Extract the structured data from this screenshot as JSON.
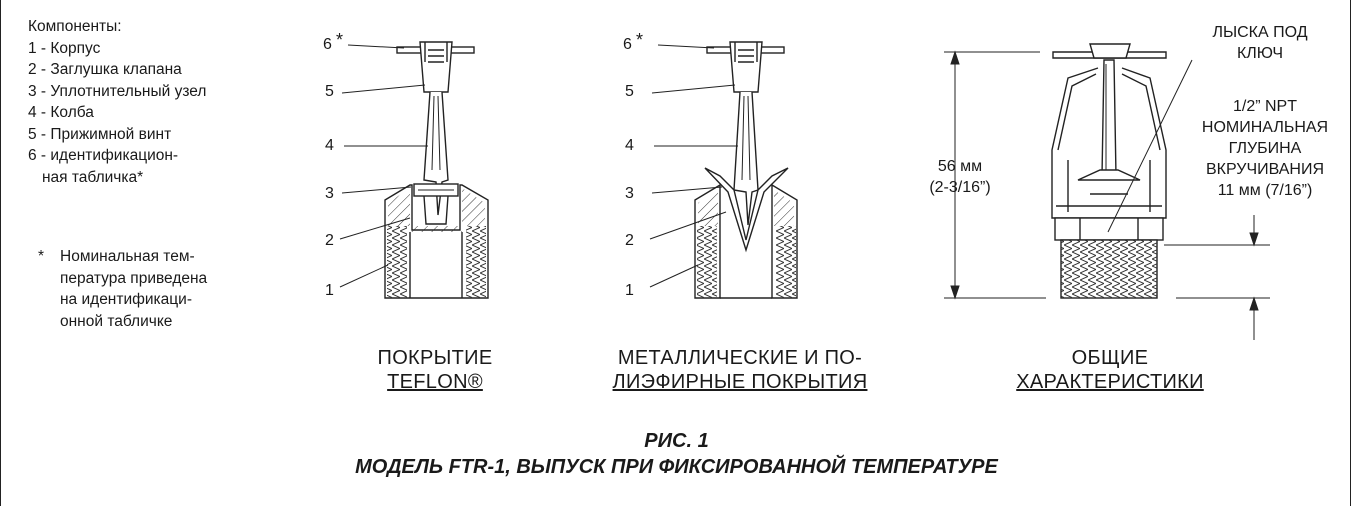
{
  "legend": {
    "title": "Компоненты:",
    "items": [
      "1 - Корпус",
      "2 - Заглушка клапана",
      "3 - Уплотнительный узел",
      "4 - Колба",
      "5 - Прижимной винт",
      "6 - идентификацион-"
    ],
    "item6_cont": "ная табличка*"
  },
  "note": {
    "star": "*",
    "lines": [
      "Номинальная тем-",
      "пература приведена",
      "на идентификаци-",
      "онной табличке"
    ]
  },
  "labels": {
    "six": "6",
    "asterisk": "*",
    "five": "5",
    "four": "4",
    "three": "3",
    "two": "2",
    "one": "1"
  },
  "captions": {
    "left": [
      "ПОКРЫТИЕ",
      "TEFLON®"
    ],
    "middle": [
      "МЕТАЛЛИЧЕСКИЕ И ПО-",
      "ЛИЭФИРНЫЕ ПОКРЫТИЯ"
    ],
    "right": [
      "ОБЩИЕ",
      "ХАРАКТЕРИСТИКИ"
    ]
  },
  "dimensions": {
    "wrench_flat": [
      "ЛЫСКА ПОД",
      "КЛЮЧ"
    ],
    "height": [
      "56 мм",
      "(2-3/16”)"
    ],
    "thread": [
      "1/2” NPT",
      "НОМИНАЛЬНАЯ",
      "ГЛУБИНА",
      "ВКРУЧИВАНИЯ",
      "11 мм (7/16”)"
    ]
  },
  "figure": {
    "number": "РИС. 1",
    "title": "МОДЕЛЬ FTR-1, ВЫПУСК ПРИ ФИКСИРОВАННОЙ ТЕМПЕРАТУРЕ"
  }
}
